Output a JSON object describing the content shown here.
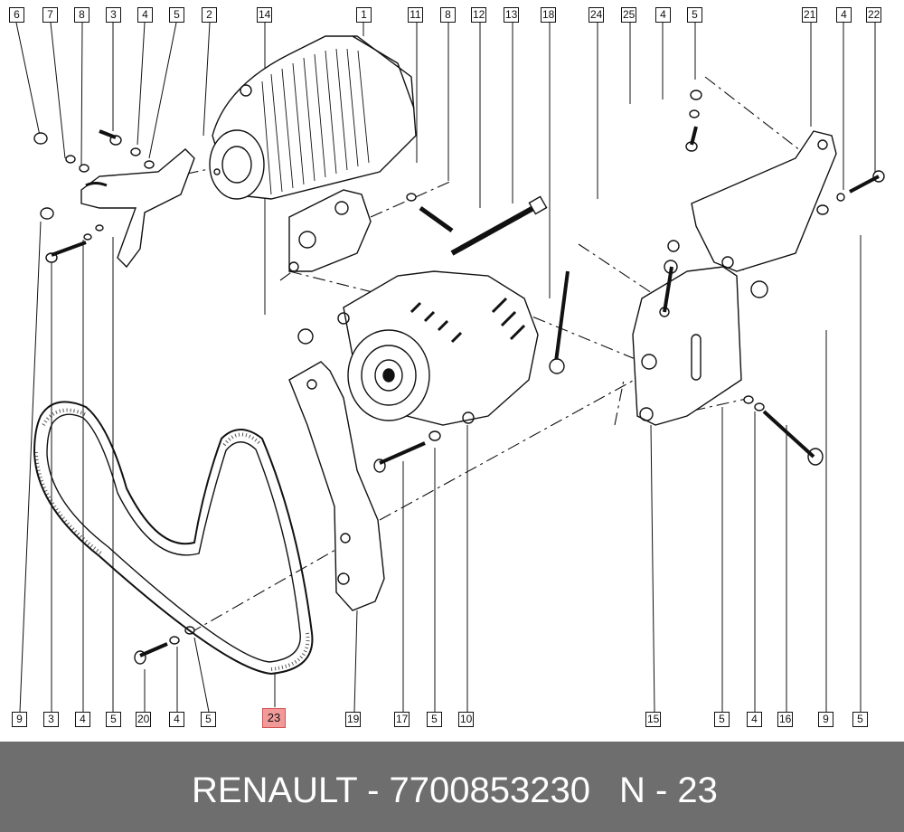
{
  "diagram": {
    "callouts_top": [
      "6",
      "7",
      "8",
      "3",
      "4",
      "5",
      "2",
      "14",
      "1",
      "11",
      "8",
      "12",
      "13",
      "18",
      "24",
      "25",
      "4",
      "5",
      "21",
      "4",
      "22"
    ],
    "callouts_bottom": [
      "9",
      "3",
      "4",
      "5",
      "20",
      "4",
      "5",
      "23",
      "19",
      "17",
      "5",
      "10",
      "15",
      "5",
      "4",
      "16",
      "9",
      "5"
    ],
    "highlighted_callout": "23",
    "highlight_color": "#f29a9a"
  },
  "footer": {
    "title": "RENAULT - 7700853230",
    "ref": "N - 23",
    "background": "#6e6e6e"
  }
}
